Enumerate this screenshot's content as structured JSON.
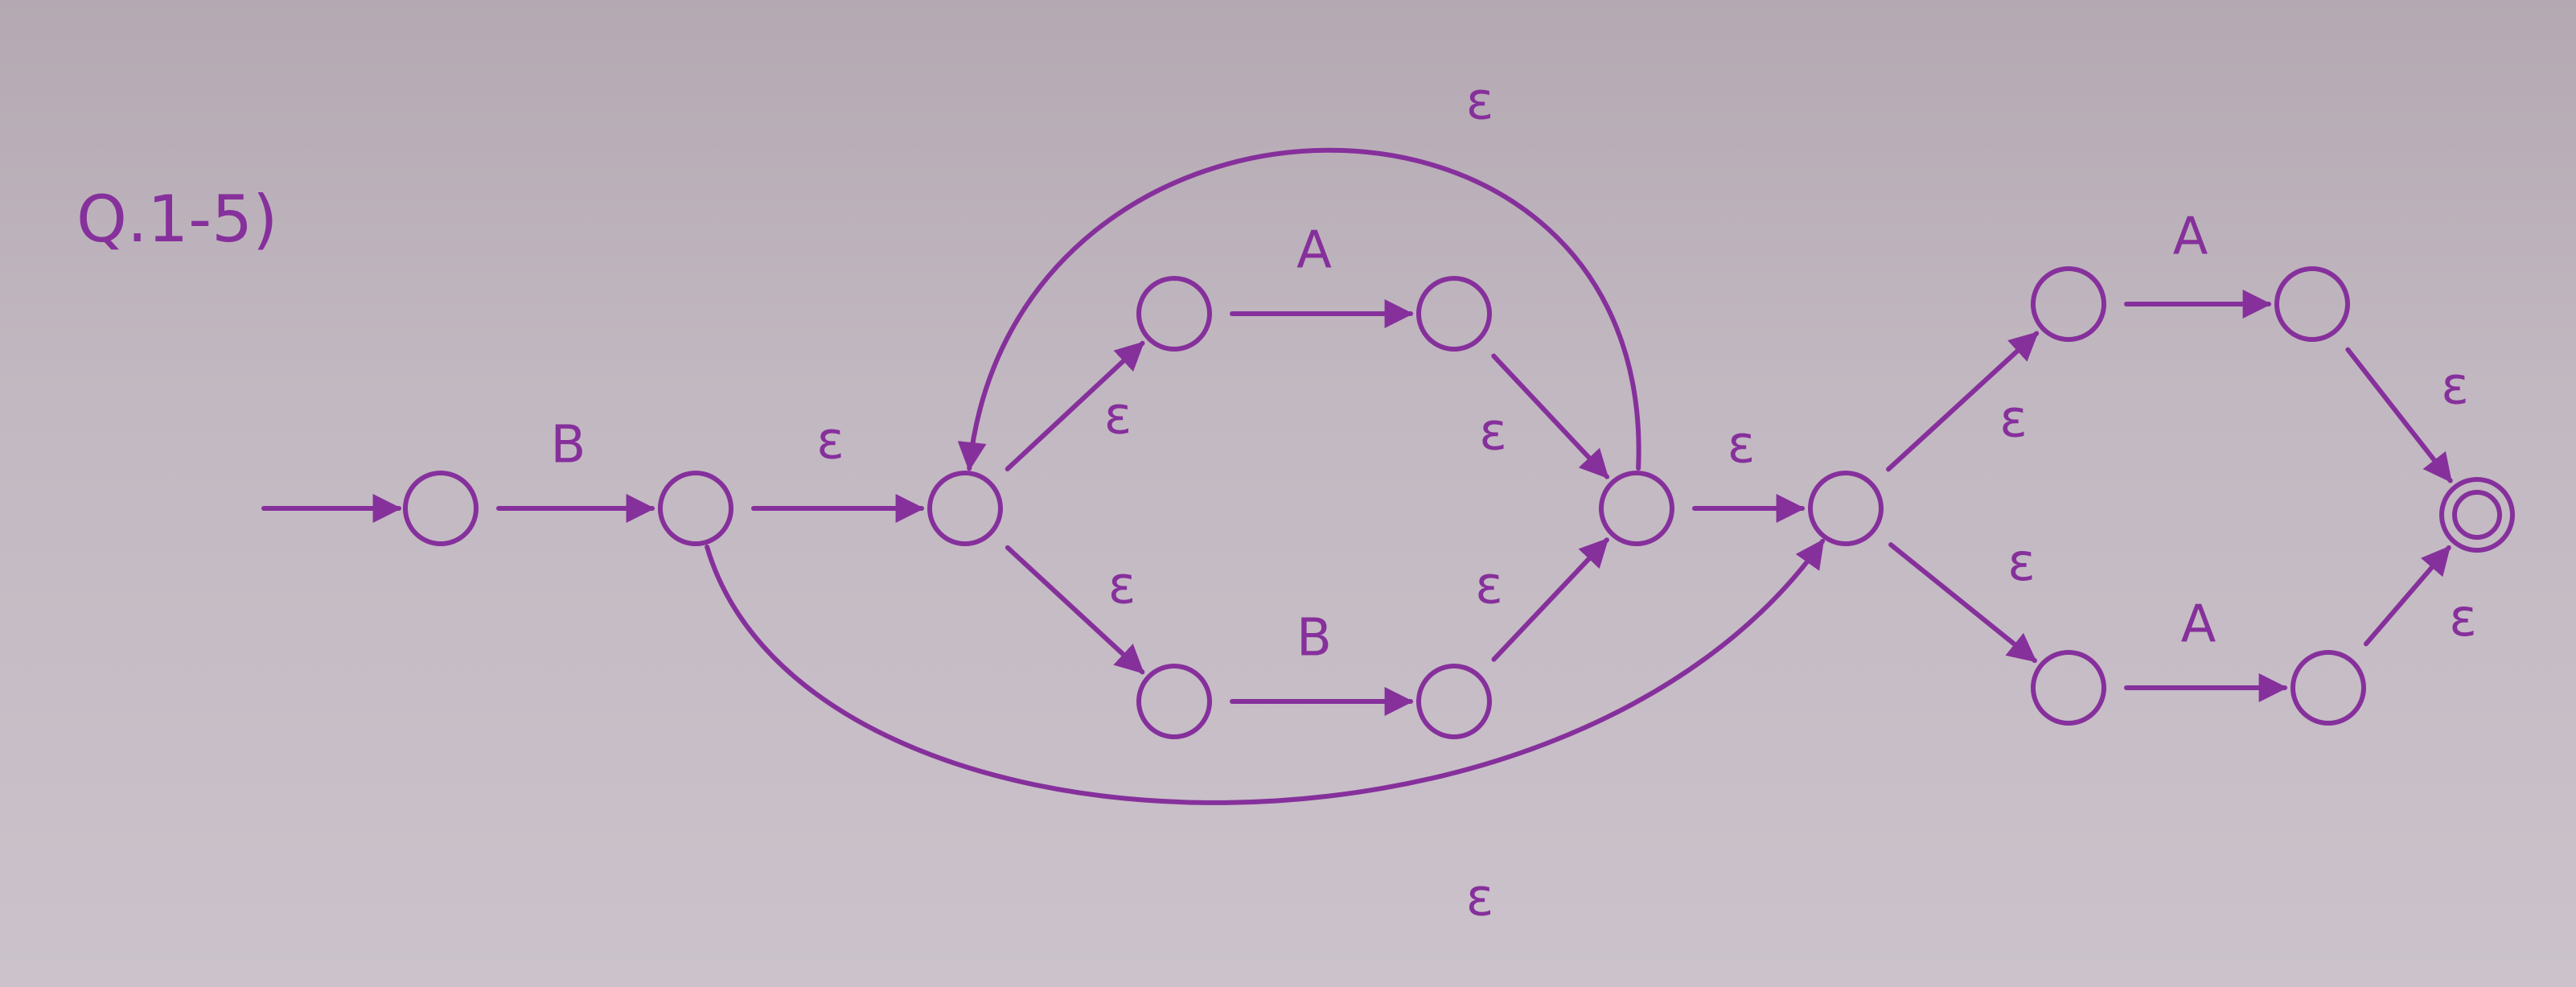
{
  "title": "Q.1-5)",
  "colors": {
    "ink": "#86309c",
    "paper": "#c2b8c1"
  },
  "states": [
    {
      "id": "s1"
    },
    {
      "id": "s2"
    },
    {
      "id": "s3"
    },
    {
      "id": "s4"
    },
    {
      "id": "s5"
    },
    {
      "id": "s6"
    },
    {
      "id": "s7"
    },
    {
      "id": "s8"
    },
    {
      "id": "s9"
    },
    {
      "id": "s10"
    },
    {
      "id": "s11"
    },
    {
      "id": "s12"
    },
    {
      "id": "s13"
    },
    {
      "id": "s14",
      "accepting": true
    }
  ],
  "start_state": "s1",
  "transitions": [
    {
      "from": "s1",
      "to": "s2",
      "label": "B"
    },
    {
      "from": "s2",
      "to": "s3",
      "label": "ε"
    },
    {
      "from": "s3",
      "to": "s4",
      "label": "ε"
    },
    {
      "from": "s4",
      "to": "s5",
      "label": "A"
    },
    {
      "from": "s5",
      "to": "s8",
      "label": "ε"
    },
    {
      "from": "s3",
      "to": "s6",
      "label": "ε"
    },
    {
      "from": "s6",
      "to": "s7",
      "label": "B"
    },
    {
      "from": "s7",
      "to": "s8",
      "label": "ε"
    },
    {
      "from": "s8",
      "to": "s3",
      "label": "ε"
    },
    {
      "from": "s8",
      "to": "s9",
      "label": "ε"
    },
    {
      "from": "s2",
      "to": "s9",
      "label": "ε"
    },
    {
      "from": "s9",
      "to": "s10",
      "label": "ε"
    },
    {
      "from": "s10",
      "to": "s11",
      "label": "A"
    },
    {
      "from": "s11",
      "to": "s14",
      "label": "ε"
    },
    {
      "from": "s9",
      "to": "s12",
      "label": "ε"
    },
    {
      "from": "s12",
      "to": "s13",
      "label": "A"
    },
    {
      "from": "s13",
      "to": "s14",
      "label": "ε"
    }
  ]
}
